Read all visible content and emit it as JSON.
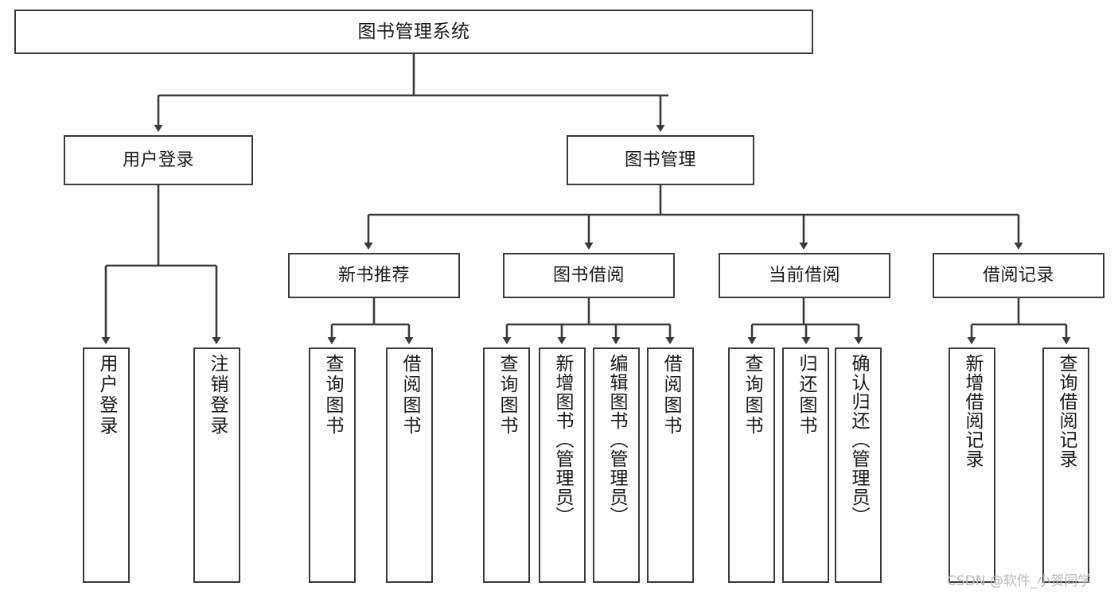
{
  "diagram": {
    "title": "图书管理系统",
    "type": "hierarchy-tree",
    "root": {
      "label": "图书管理系统"
    },
    "level2": [
      {
        "label": "用户登录"
      },
      {
        "label": "图书管理"
      }
    ],
    "level3": [
      {
        "label": "新书推荐"
      },
      {
        "label": "图书借阅"
      },
      {
        "label": "当前借阅"
      },
      {
        "label": "借阅记录"
      }
    ],
    "leaves": {
      "user_login": [
        {
          "label": "用户登录"
        },
        {
          "label": "注销登录"
        }
      ],
      "new_book_recommend": [
        {
          "label": "查询图书"
        },
        {
          "label": "借阅图书"
        }
      ],
      "book_borrow": [
        {
          "label": "查询图书"
        },
        {
          "label": "新增图书（管理员）"
        },
        {
          "label": "编辑图书（管理员）"
        },
        {
          "label": "借阅图书"
        }
      ],
      "current_borrow": [
        {
          "label": "查询图书"
        },
        {
          "label": "归还图书"
        },
        {
          "label": "确认归还（管理员）"
        }
      ],
      "borrow_record": [
        {
          "label": "新增借阅记录"
        },
        {
          "label": "查询借阅记录"
        }
      ]
    }
  },
  "watermark": {
    "text": "CSDN @软件_小贺同学"
  },
  "colors": {
    "stroke": "#3a3a3a",
    "text": "#1a1a1a",
    "background": "#ffffff",
    "watermark": "#b9b9b9"
  }
}
